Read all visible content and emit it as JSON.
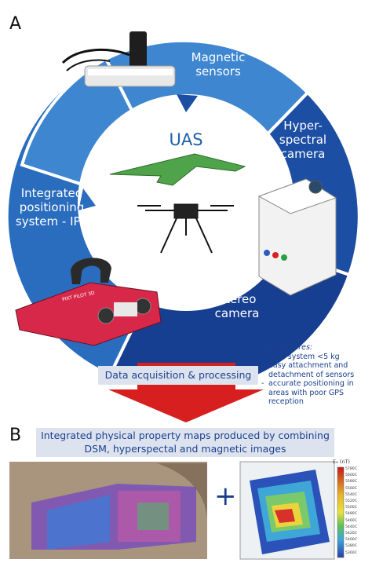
{
  "panel_a": {
    "letter": "A",
    "center_title": "UAS",
    "segments": [
      {
        "id": "magnetic",
        "lines": [
          "Magnetic",
          "sensors"
        ],
        "color": "#3e86d0"
      },
      {
        "id": "hyperspectral",
        "lines": [
          "Hyper-",
          "spectral",
          "camera"
        ],
        "color": "#1c4ea3"
      },
      {
        "id": "stereo",
        "lines": [
          "Stereo",
          "camera"
        ],
        "color": "#173f91"
      },
      {
        "id": "ips",
        "lines": [
          "Integrated",
          "positioning",
          "system - IPS"
        ],
        "color": "#2a6cbd"
      }
    ],
    "features_heading": "UAS features:",
    "features": [
      "total system <5 kg",
      "easy attachment and detachment of sensors",
      "accurate positioning in areas with poor GPS reception"
    ],
    "flow_label": "Data acquisition & processing",
    "stereo_camera_text": "PIXT PILOT 3D"
  },
  "panel_b": {
    "letter": "B",
    "title_line1": "Integrated physical property maps produced by combining",
    "title_line2": "DSM, hyperspectal and magnetic images",
    "plus": "+",
    "colorbar_title": "E₆ (nT)",
    "colorbar_ticks": [
      "5780C",
      "5600C",
      "5580C",
      "5560C",
      "5540C",
      "5520C",
      "5500C",
      "5480C",
      "5460C",
      "5440C",
      "5420C",
      "5400C",
      "5380C",
      "5360C"
    ]
  },
  "colors": {
    "ring_outer": "#1c4ea3",
    "accent_text": "#1a3f8f",
    "arrow_red": "#d81f1f",
    "label_box": "#dde3ee"
  }
}
